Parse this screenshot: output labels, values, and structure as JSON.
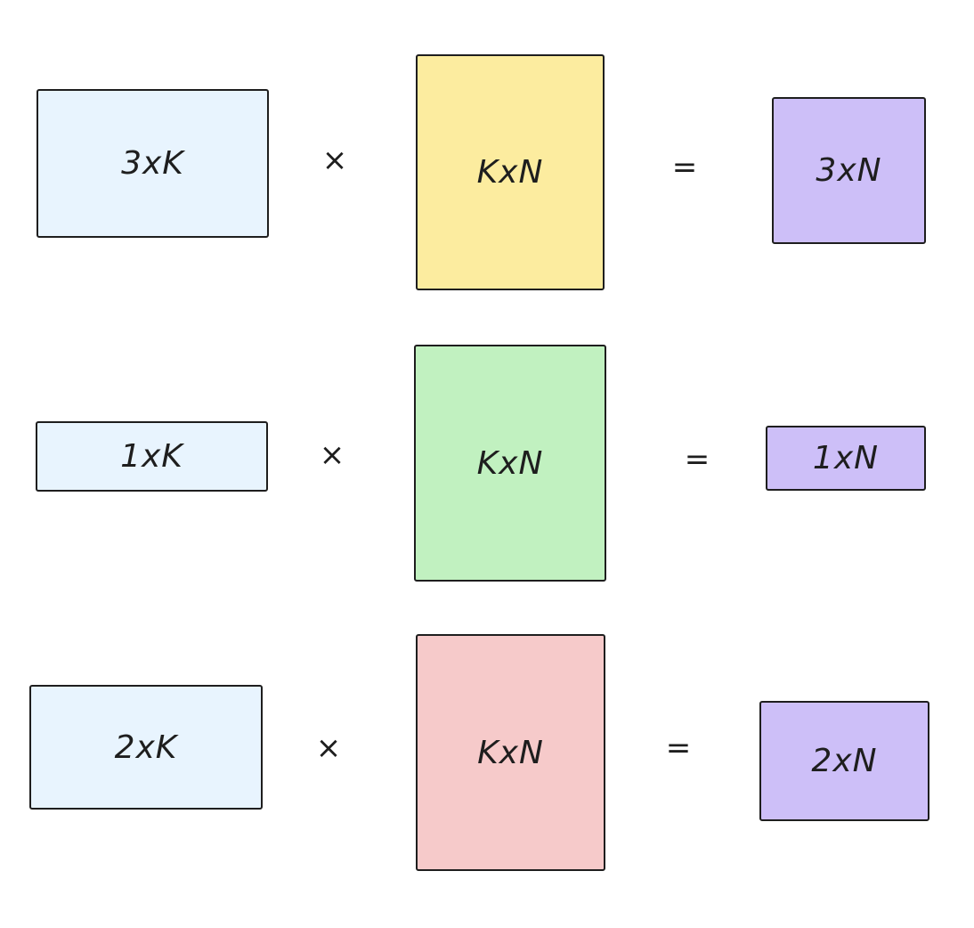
{
  "colors": {
    "lhs": "#e8f4fe",
    "result": "#cdbff8",
    "row1_kxn": "#fcec9f",
    "row2_kxn": "#c1f1c0",
    "row3_kxn": "#f6caca",
    "stroke": "#1e1e1e"
  },
  "rows": [
    {
      "lhs": "3xK",
      "times": "×",
      "rhs": "KxN",
      "equals": "=",
      "result": "3xN"
    },
    {
      "lhs": "1xK",
      "times": "×",
      "rhs": "KxN",
      "equals": "=",
      "result": "1xN"
    },
    {
      "lhs": "2xK",
      "times": "×",
      "rhs": "KxN",
      "equals": "=",
      "result": "2xN"
    }
  ]
}
